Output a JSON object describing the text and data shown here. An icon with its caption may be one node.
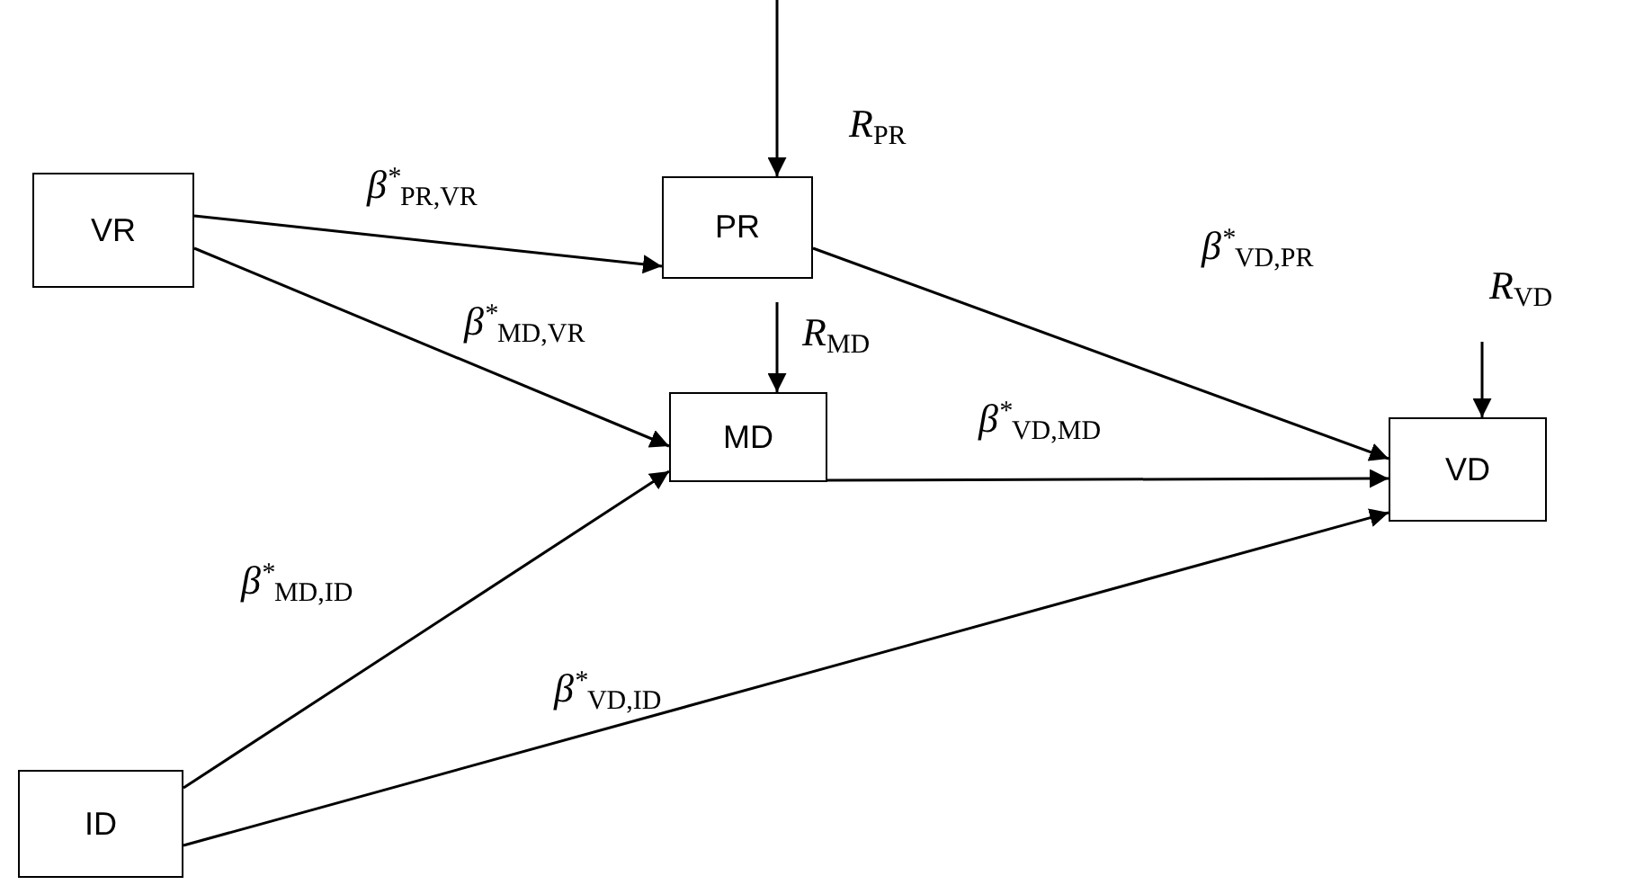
{
  "diagram": {
    "nodes": [
      {
        "text": [
          "VR"
        ]
      },
      {
        "text": [
          "PR"
        ]
      },
      {
        "text": [
          "MD"
        ]
      },
      {
        "text": [
          "VD"
        ]
      },
      {
        "text": [
          "ID"
        ]
      }
    ],
    "edges": [
      {
        "from": 0,
        "to": 1,
        "arrow": "to",
        "label": "β$^{*}$$_{PR,VR}$"
      },
      {
        "from": 0,
        "to": 2,
        "arrow": "to",
        "label": "β$^{*}$$_{MD,VR}$"
      },
      {
        "from": 1,
        "to": 3,
        "arrow": "to",
        "label": "β$^{*}$$_{VD,PR}$"
      },
      {
        "from": 2,
        "to": 3,
        "arrow": "to",
        "label": "β$^{*}$$_{VD,MD}$"
      },
      {
        "from": 4,
        "to": 2,
        "arrow": "to",
        "label": "β$^{*}$$_{MD,ID}$"
      },
      {
        "from": 4,
        "to": 3,
        "arrow": "to",
        "label": "β$^{*}$$_{VD,ID}$"
      },
      {
        "from": null,
        "to": 1,
        "arrow": "to",
        "label": "R$_{PR}$"
      },
      {
        "from": null,
        "to": 2,
        "arrow": "to",
        "label": "R$_{MD}$"
      },
      {
        "from": null,
        "to": 3,
        "arrow": "to",
        "label": "R$_{VD}$"
      }
    ]
  }
}
